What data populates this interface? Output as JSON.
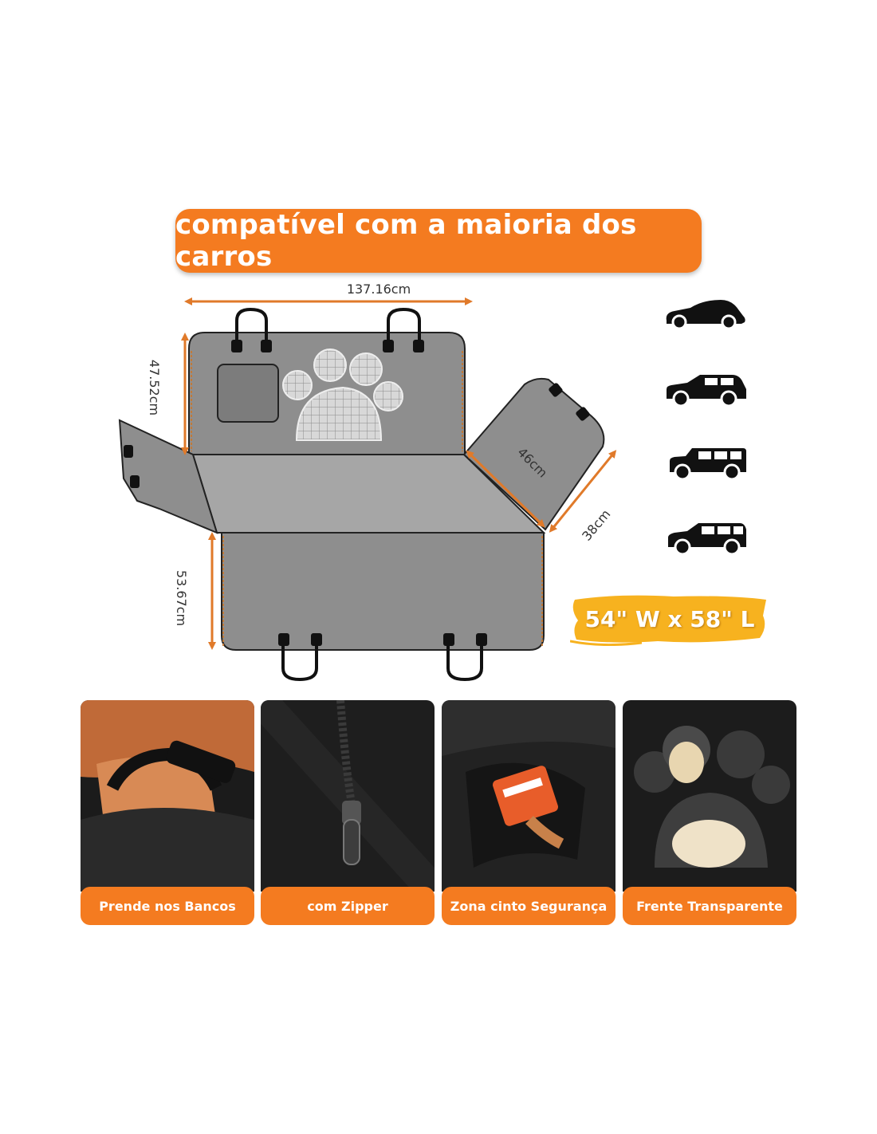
{
  "headline": "compatível com a maioria dos carros",
  "dimensions": {
    "width_top": "137.16cm",
    "height_back": "47.52cm",
    "height_front": "53.67cm",
    "side_flap_length": "46cm",
    "side_flap_width": "38cm"
  },
  "size_tag": "54\" W x 58\" L",
  "vehicle_icons": [
    "sedan-icon",
    "suv-icon",
    "wagon-suv-icon",
    "hatchback-icon"
  ],
  "features": [
    {
      "label": "Prende nos Bancos"
    },
    {
      "label": "com Zipper"
    },
    {
      "label": "Zona cinto Segurança"
    },
    {
      "label": "Frente Transparente"
    }
  ],
  "colors": {
    "accent": "#f47b20",
    "seat_gray": "#8e8e8e",
    "seat_light": "#a6a6a6",
    "dimension_arrow": "#e07a2a",
    "size_tag": "#f7b21f"
  }
}
